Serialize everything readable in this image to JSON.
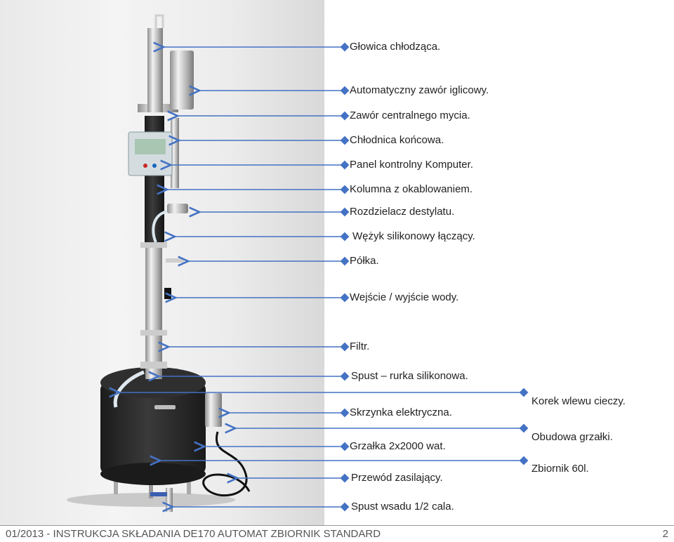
{
  "labels": {
    "glowica": "Głowica chłodząca.",
    "zawor_iglicowy": "Automatyczny zawór iglicowy.",
    "zawor_mycia": "Zawór centralnego mycia.",
    "chlodnica": "Chłodnica końcowa.",
    "panel": "Panel kontrolny Komputer.",
    "kolumna": "Kolumna z okablowaniem.",
    "rozdzielacz": "Rozdzielacz destylatu.",
    "wezyk": "Wężyk silikonowy łączący.",
    "polka": "Półka.",
    "wejscie": "Wejście / wyjście wody.",
    "filtr": "Filtr.",
    "spust_rurka": "Spust – rurka silikonowa.",
    "skrzynka": "Skrzynka elektryczna.",
    "grzalka": "Grzałka 2x2000 wat.",
    "przewod": "Przewód zasilający.",
    "spust_wsadu": "Spust wsadu 1/2 cala.",
    "korek": "Korek wlewu cieczy.",
    "obudowa": "Obudowa grzałki.",
    "zbiornik": "Zbiornik 60l."
  },
  "footer": {
    "text": "01/2013 - INSTRUKCJA SKŁADANIA DE170 AUTOMAT ZBIORNIK STANDARD",
    "page": "2"
  },
  "colors": {
    "arrow": "#4472c4",
    "photo_bg": "#eeeeee",
    "tank": "#2b2b2b",
    "steel": "#c8c8c8"
  }
}
